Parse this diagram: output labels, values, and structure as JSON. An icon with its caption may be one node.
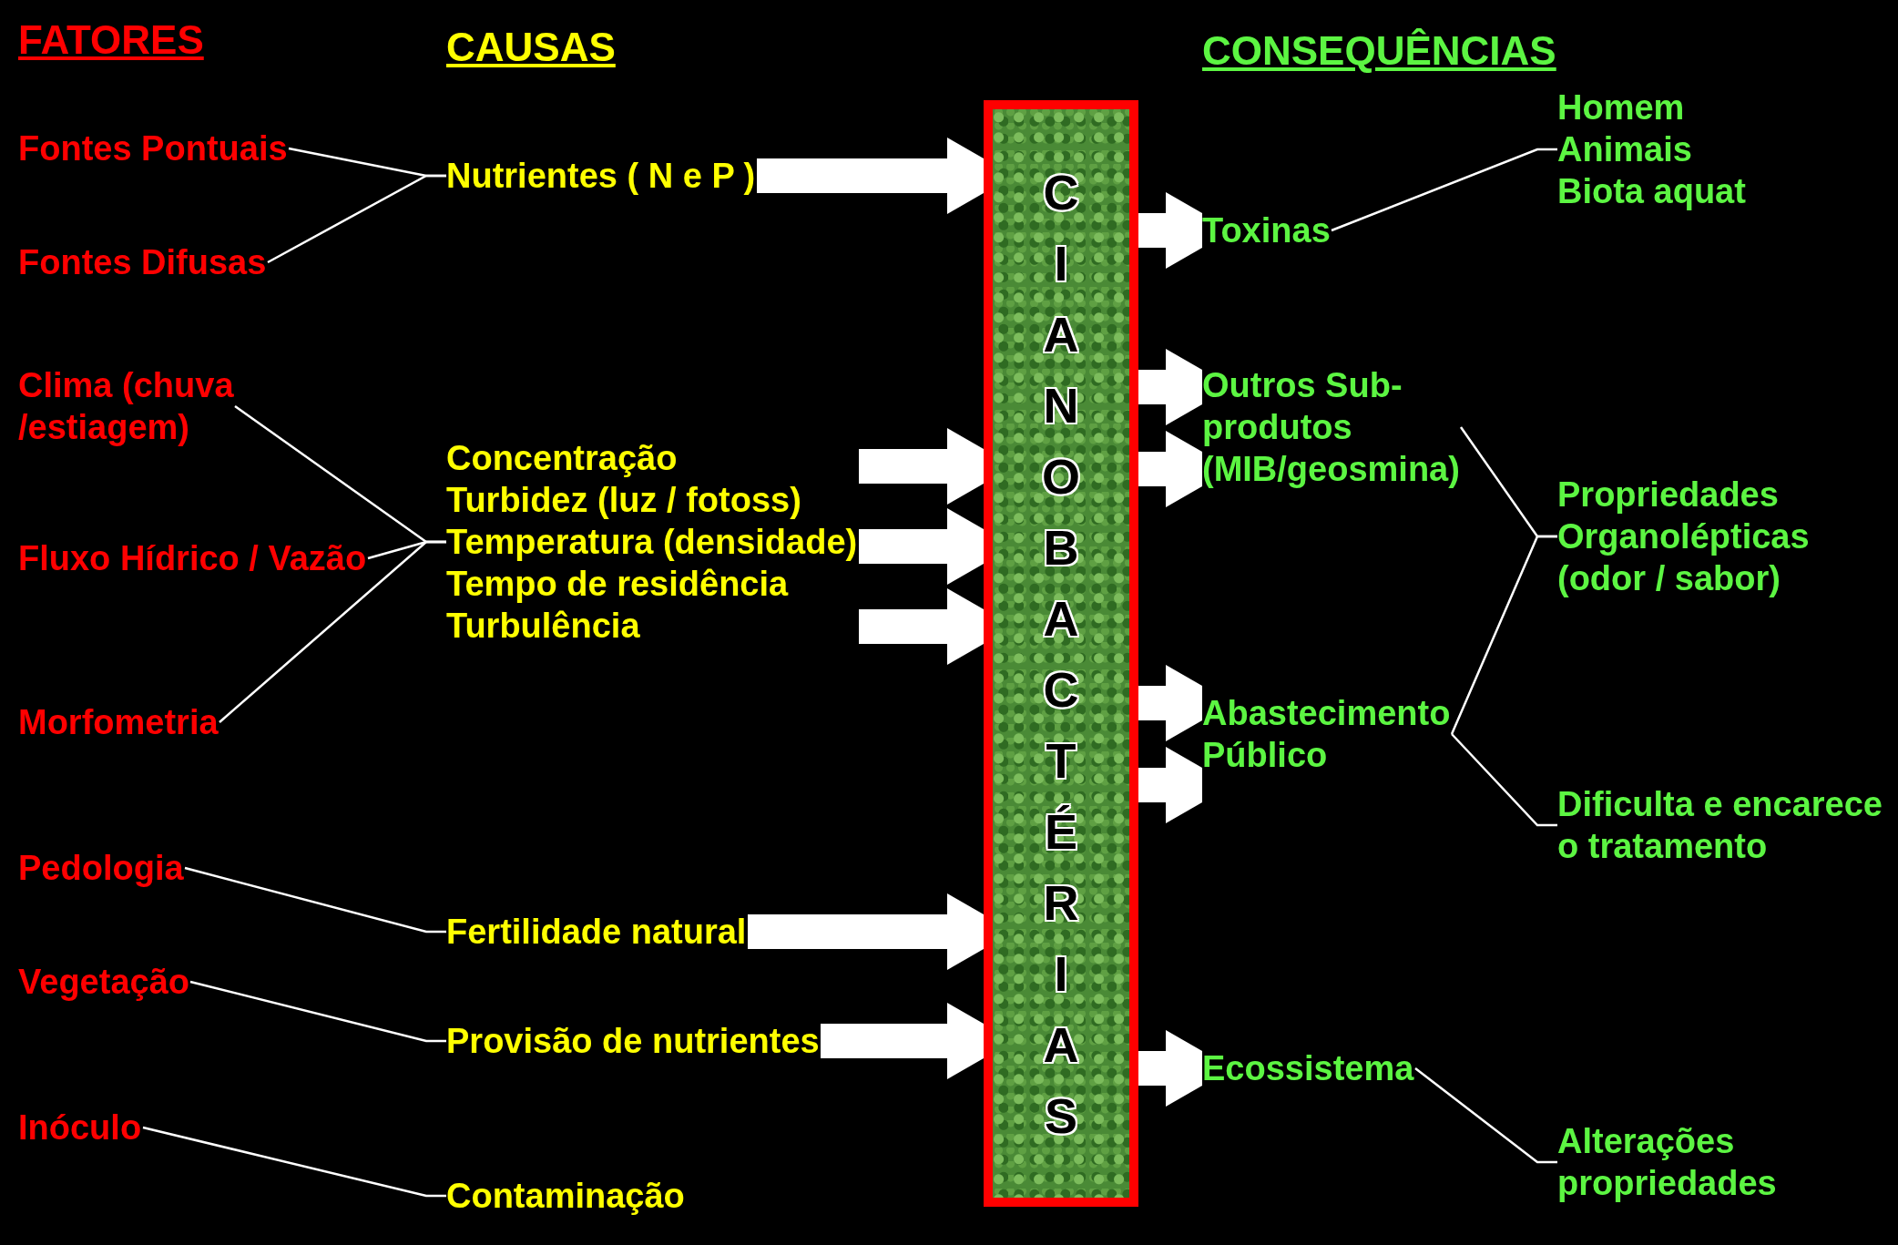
{
  "diagram": {
    "nodes": [
      {
        "text": [
          "Fontes Pontuais"
        ]
      },
      {
        "text": [
          "Fontes Difusas"
        ]
      },
      {
        "text": [
          "Clima (chuva /estiagem)"
        ]
      },
      {
        "text": [
          "Fluxo Hídrico / Vazão"
        ]
      },
      {
        "text": [
          "Morfometria"
        ]
      },
      {
        "text": [
          "Pedologia"
        ]
      },
      {
        "text": [
          "Vegetação"
        ]
      },
      {
        "text": [
          "Inóculo"
        ]
      },
      {
        "text": [
          "Nutrientes ( N e P )"
        ]
      },
      {
        "text": [
          "Concentração",
          "Turbidez (luz / fotoss)",
          "Temperatura (densidade)",
          "Tempo de residência",
          "Turbulência"
        ]
      },
      {
        "text": [
          "Fertilidade natural"
        ]
      },
      {
        "text": [
          "Provisão de nutrientes"
        ]
      },
      {
        "text": [
          "Contaminação"
        ]
      },
      {
        "text": [
          "CIANOBACTÉRIAS"
        ]
      },
      {
        "text": [
          "Toxinas"
        ]
      },
      {
        "text": [
          "Outros Sub-produtos (MIB/geosmina)"
        ]
      },
      {
        "text": [
          "Abastecimento Público"
        ]
      },
      {
        "text": [
          "Ecossistema"
        ]
      },
      {
        "text": [
          "Homem",
          "Animais",
          "Biota aquat"
        ]
      },
      {
        "text": [
          "Propriedades Organolépticas (odor / sabor)"
        ]
      },
      {
        "text": [
          "Dificulta e encarece o tratamento"
        ]
      },
      {
        "text": [
          "Alterações propriedades"
        ]
      }
    ],
    "edges": [
      {
        "from": 0,
        "to": 8,
        "arrow": "none"
      },
      {
        "from": 1,
        "to": 8,
        "arrow": "none"
      },
      {
        "from": 2,
        "to": 9,
        "arrow": "none"
      },
      {
        "from": 3,
        "to": 9,
        "arrow": "none"
      },
      {
        "from": 4,
        "to": 9,
        "arrow": "none"
      },
      {
        "from": 5,
        "to": 10,
        "arrow": "none"
      },
      {
        "from": 6,
        "to": 11,
        "arrow": "none"
      },
      {
        "from": 7,
        "to": 12,
        "arrow": "none"
      },
      {
        "from": 8,
        "to": 13,
        "arrow": "to",
        "style": "thick"
      },
      {
        "from": 9,
        "to": 13,
        "arrow": "to",
        "style": "thick"
      },
      {
        "from": 9,
        "to": 13,
        "arrow": "to",
        "style": "thick"
      },
      {
        "from": 9,
        "to": 13,
        "arrow": "to",
        "style": "thick"
      },
      {
        "from": 10,
        "to": 13,
        "arrow": "to",
        "style": "thick"
      },
      {
        "from": 11,
        "to": 13,
        "arrow": "to",
        "style": "thick"
      },
      {
        "from": 13,
        "to": 14,
        "arrow": "to",
        "style": "thick"
      },
      {
        "from": 13,
        "to": 15,
        "arrow": "to",
        "style": "thick"
      },
      {
        "from": 13,
        "to": 15,
        "arrow": "to",
        "style": "thick"
      },
      {
        "from": 13,
        "to": 16,
        "arrow": "to",
        "style": "thick"
      },
      {
        "from": 13,
        "to": 16,
        "arrow": "to",
        "style": "thick"
      },
      {
        "from": 13,
        "to": 17,
        "arrow": "to",
        "style": "thick"
      },
      {
        "from": 14,
        "to": 18,
        "arrow": "none"
      },
      {
        "from": 15,
        "to": 19,
        "arrow": "none"
      },
      {
        "from": 16,
        "to": 19,
        "arrow": "none"
      },
      {
        "from": 16,
        "to": 20,
        "arrow": "none"
      },
      {
        "from": 17,
        "to": 21,
        "arrow": "none"
      }
    ],
    "labels": [
      "FATORES",
      "CAUSAS",
      "CONSEQUÊNCIAS"
    ]
  }
}
